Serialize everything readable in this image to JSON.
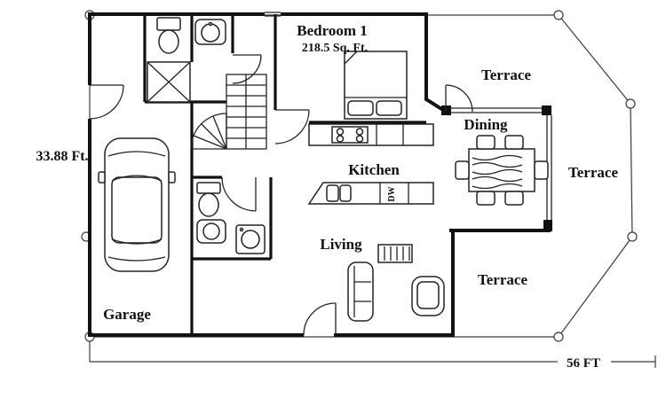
{
  "drawing": {
    "type": "floor-plan",
    "rooms": {
      "bedroom1": "Bedroom  1",
      "bedroom1_area": "218.5 Sq. Ft.",
      "kitchen": "Kitchen",
      "dining": "Dining",
      "living": "Living",
      "garage": "Garage",
      "terrace_top": "Terrace",
      "terrace_right": "Terrace",
      "terrace_bottom": "Terrace"
    },
    "dimensions": {
      "overall_depth": "33.88 Ft.",
      "overall_width": "56 FT"
    },
    "fixtures": {
      "dishwasher": "DW"
    },
    "colors": {
      "ink": "#111111",
      "paper": "#ffffff"
    }
  }
}
